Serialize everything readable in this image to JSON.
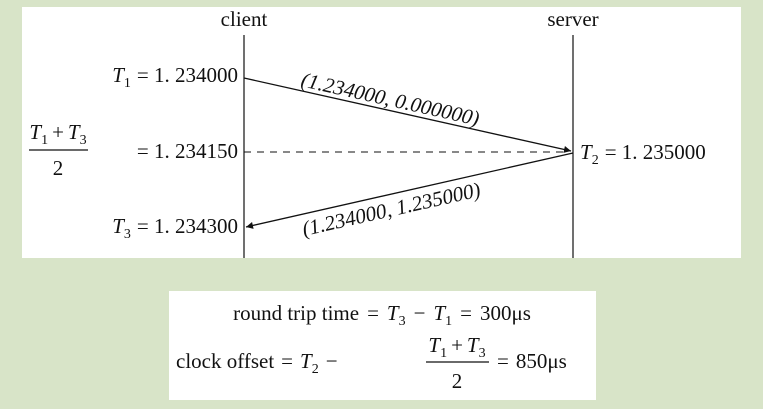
{
  "colors": {
    "background": "#d8e4c8",
    "panel": "#ffffff",
    "ink": "#111111"
  },
  "diagram": {
    "client_label": "client",
    "server_label": "server",
    "t1": {
      "symbol": "T",
      "sub": "1",
      "equals": "= 1. 234000"
    },
    "midpoint": {
      "numerator_a": "T",
      "numerator_a_sub": "1",
      "plus": "+",
      "numerator_b": "T",
      "numerator_b_sub": "3",
      "denominator": "2",
      "equals": "= 1. 234150"
    },
    "t3": {
      "symbol": "T",
      "sub": "3",
      "equals": "= 1. 234300"
    },
    "t2": {
      "symbol": "T",
      "sub": "2",
      "equals": "= 1. 235000"
    },
    "request_message": "(1.234000, 0.000000)",
    "response_message": "(1.234000, 1.235000)"
  },
  "formulas": {
    "rtt": {
      "label": "round trip time",
      "eq1": "=",
      "a": "T",
      "a_sub": "3",
      "minus": "−",
      "b": "T",
      "b_sub": "1",
      "eq2": "=",
      "result": "300μs"
    },
    "offset": {
      "label": "clock offset",
      "eq1": "=",
      "a": "T",
      "a_sub": "2",
      "minus": "−",
      "num_a": "T",
      "num_a_sub": "1",
      "plus": "+",
      "num_b": "T",
      "num_b_sub": "3",
      "den": "2",
      "eq2": "=",
      "result": "850μs"
    }
  }
}
